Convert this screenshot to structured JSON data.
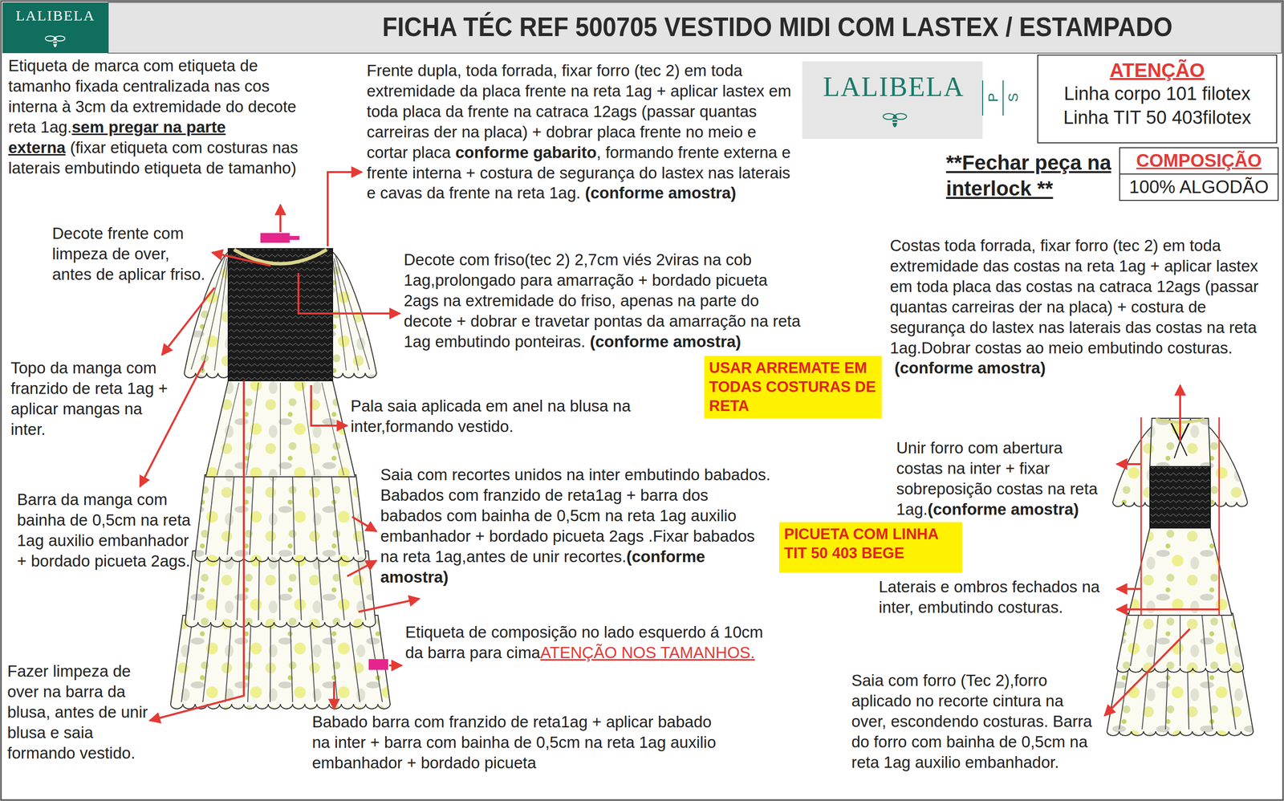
{
  "diagram": {
    "title": "FICHA TÉC REF 500705 VESTIDO MIDI COM LASTEX / ESTAMPADO",
    "nodes": [
      {
        "text": [
          "LALIBELA"
        ]
      },
      {
        "text": [
          "LALIBELA",
          "P",
          "S"
        ]
      },
      {
        "text": [
          "ATENÇÃO",
          "Linha corpo 101 filotex Linha TIT 50 403filotex"
        ]
      },
      {
        "text": [
          "COMPOSIÇÃO",
          "100% ALGODÃO"
        ]
      },
      {
        "text": [
          "USAR ARREMATE EM TODAS COSTURAS DE RETA"
        ]
      },
      {
        "text": [
          "PICUETA COM LINHA TIT 50 403 BEGE"
        ]
      }
    ],
    "labels": [
      "Etiqueta de marca com etiqueta de tamanho fixada centralizada nas cos interna à 3cm da extremidade do decote reta 1ag.",
      "sem pregar na parte externa",
      "(fixar etiqueta com costuras nas laterais embutindo etiqueta de tamanho)",
      "Frente dupla, toda forrada, fixar forro (tec 2) em toda extremidade da placa frente na reta 1ag + aplicar lastex em toda placa da frente na catraca 12ags (passar quantas carreiras der na placa) + dobrar placa frente no meio e cortar placa",
      "conforme gabarito",
      ", formando frente externa e frente interna + costura de segurança do lastex nas laterais e cavas da frente na reta 1ag.",
      "(conforme amostra)",
      "Decote frente com limpeza de over, antes de aplicar friso.",
      "Decote com friso(tec 2) 2,7cm viés 2viras na cob 1ag,prolongado para amarração + bordado picueta 2ags na extremidade do friso, apenas na parte do decote + dobrar e travetar pontas da amarração na reta 1ag embutindo ponteiras.",
      "(conforme amostra)",
      "Topo da manga com franzido de reta 1ag + aplicar mangas na inter.",
      "Pala saia aplicada em anel na blusa na inter,formando vestido.",
      "Barra da manga com bainha de 0,5cm na reta 1ag auxilio embanhador + bordado picueta 2ags.",
      "Saia com recortes unidos na inter embutindo babados. Babados com franzido de reta1ag + barra dos babados com bainha de 0,5cm na reta 1ag auxilio embanhador + bordado picueta 2ags .Fixar babados na reta 1ag,antes de unir recortes.",
      "(conforme amostra)",
      "Etiqueta de composição no lado esquerdo á 10cm da barra para cima",
      "ATENÇÃO NOS TAMANHOS.",
      "Fazer limpeza de over na barra da blusa, antes de unir blusa e saia formando vestido.",
      "Babado barra com franzido de reta1ag + aplicar babado na inter + barra com bainha de 0,5cm na reta 1ag auxilio embanhador + bordado picueta",
      "**Fechar peça na interlock **",
      "Costas toda forrada, fixar forro (tec 2) em toda extremidade das costas na reta 1ag + aplicar lastex em toda placa das costas na catraca 12ags (passar quantas carreiras der na placa) + costura de segurança do lastex nas laterais das costas na reta 1ag.Dobrar costas ao meio embutindo costuras.",
      "(conforme amostra)",
      "Unir forro com abertura costas na inter + fixar sobreposição costas na reta 1ag.",
      "(conforme amostra)",
      "Laterais e ombros fechados na inter, embutindo costuras.",
      "Saia com forro (Tec 2),forro aplicado no recorte cintura na over, escondendo costuras. Barra do forro com bainha de 0,5cm na reta 1ag auxilio embanhador."
    ]
  }
}
